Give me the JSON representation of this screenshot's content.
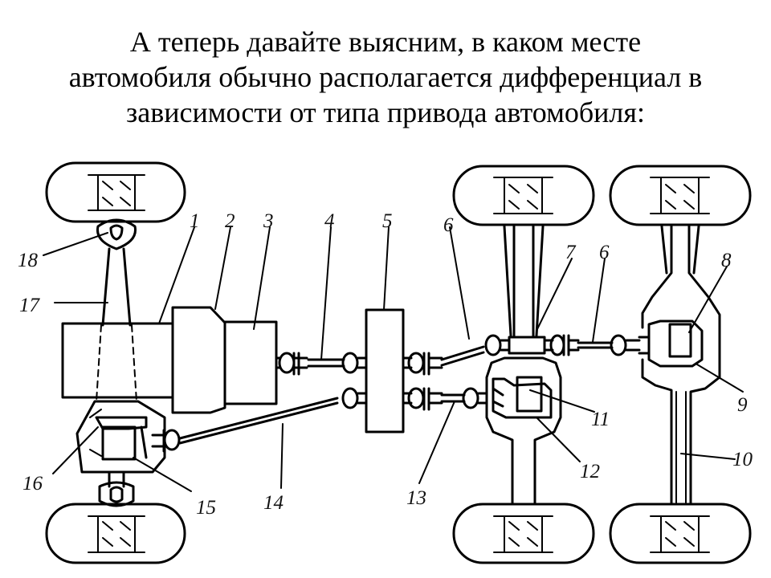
{
  "title": {
    "lines": [
      "А теперь давайте выясним, в каком месте",
      "автомобиля обычно располагается дифференциал в",
      "зависимости от типа привода автомобиля:"
    ]
  },
  "diagram": {
    "labels": [
      "1",
      "2",
      "3",
      "4",
      "5",
      "6",
      "7",
      "6",
      "8",
      "9",
      "10",
      "11",
      "12",
      "13",
      "14",
      "15",
      "16",
      "17",
      "18"
    ]
  }
}
